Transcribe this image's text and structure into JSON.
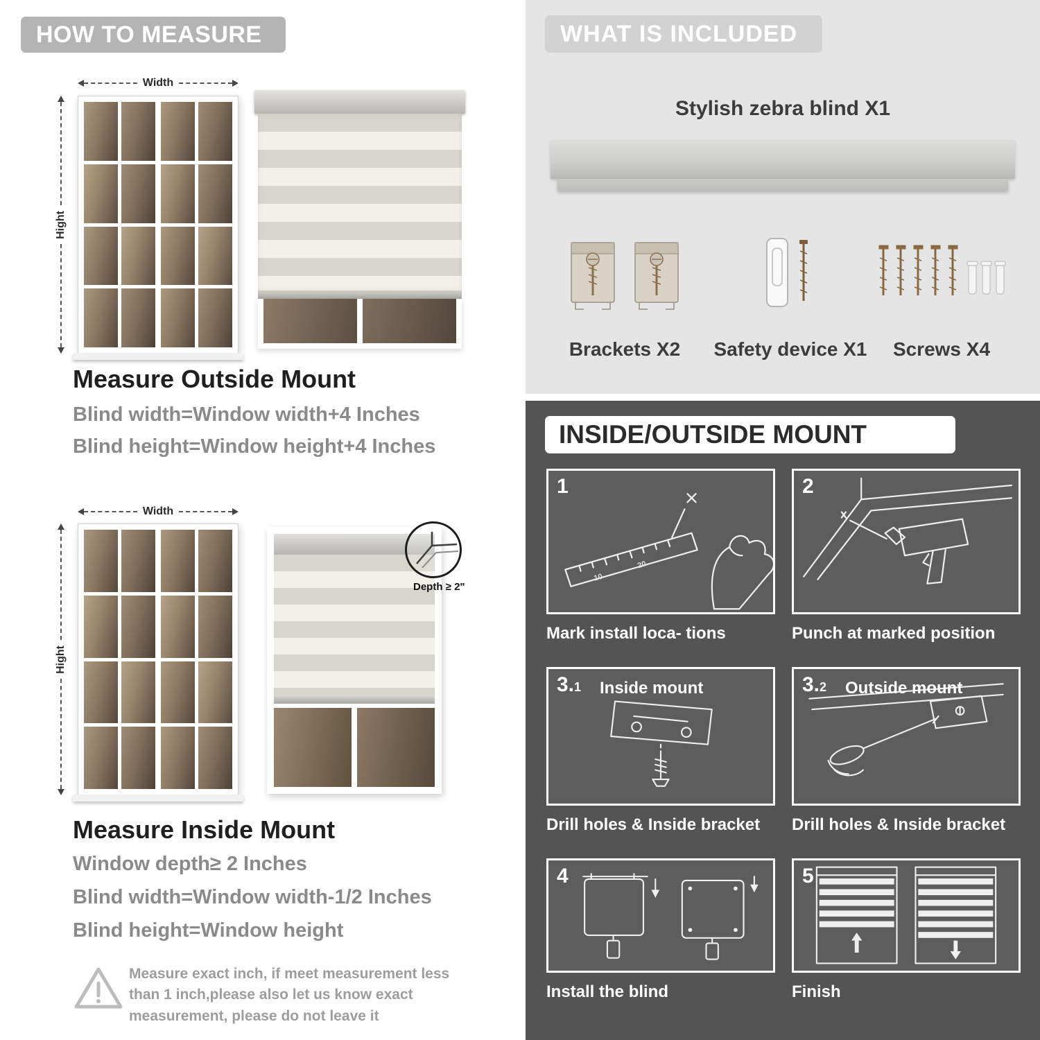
{
  "colors": {
    "header_pill": "#b4b4b4",
    "included_bg": "#e5e5e5",
    "mount_bg": "#545454",
    "title_text": "#1f1f1f",
    "rule_text": "#8a8a8a",
    "zebra_stripe": "#d8d5cd"
  },
  "how_to_measure": {
    "header": "HOW TO MEASURE",
    "outside": {
      "width_label": "Width",
      "height_label": "Hight",
      "title": "Measure Outside Mount",
      "rule1": "Blind width=Window width+4 Inches",
      "rule2": "Blind height=Window height+4 Inches"
    },
    "inside": {
      "width_label": "Width",
      "height_label": "Hight",
      "depth_label": "Depth ≥ 2\"",
      "title": "Measure Inside Mount",
      "rule1": "Window depth≥ 2 Inches",
      "rule2": "Blind width=Window width-1/2 Inches",
      "rule3": "Blind height=Window height"
    },
    "warning_text": "Measure exact inch, if meet measurement less than 1 inch,please also let us know exact measurement, please do not leave it"
  },
  "what_is_included": {
    "header": "WHAT IS INCLUDED",
    "blind_label": "Stylish zebra blind X1",
    "items": [
      {
        "label": "Brackets X2"
      },
      {
        "label": "Safety device X1"
      },
      {
        "label": "Screws X4"
      }
    ]
  },
  "mount_guide": {
    "header": "INSIDE/OUTSIDE MOUNT",
    "steps": [
      {
        "num": "1",
        "caption": "Mark install loca- tions",
        "ruler_numbers": [
          "10",
          "20"
        ]
      },
      {
        "num": "2",
        "caption": "Punch at  marked position"
      },
      {
        "num": "3.",
        "sub": "1",
        "title": "Inside mount",
        "caption": "Drill holes &  Inside bracket"
      },
      {
        "num": "3.",
        "sub": "2",
        "title": "Outside mount",
        "caption": "Drill holes &  Inside bracket"
      },
      {
        "num": "4",
        "caption": "Install the blind"
      },
      {
        "num": "5",
        "caption": "Finish"
      }
    ]
  }
}
